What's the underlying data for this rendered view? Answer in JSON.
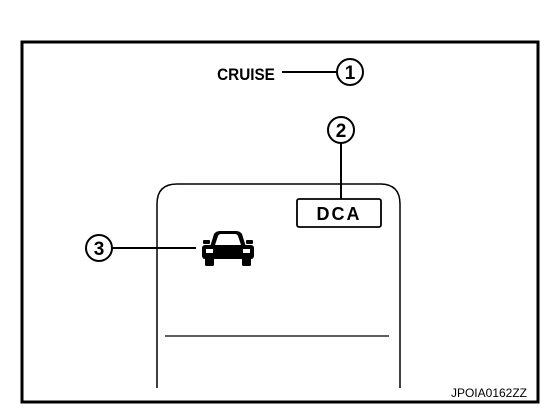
{
  "labels": {
    "cruise": "CRUISE",
    "dca": "DCA"
  },
  "callouts": {
    "one": "1",
    "two": "2",
    "three": "3"
  },
  "figure_code": "JPOIA0162ZZ",
  "icons": {
    "vehicle": "car-front-icon"
  },
  "colors": {
    "line": "#000000",
    "background": "#ffffff"
  }
}
